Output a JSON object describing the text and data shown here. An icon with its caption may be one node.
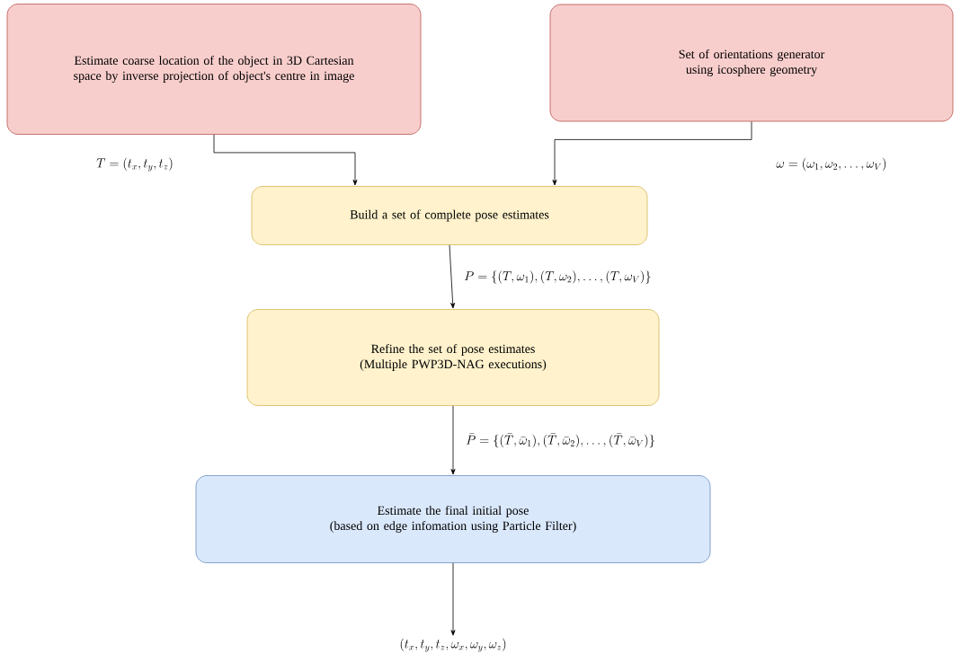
{
  "diagram": {
    "nodes": [
      {
        "text": [
          "Estimate coarse location of the object in 3D Cartesian space by inverse projection of object's centre in image"
        ]
      },
      {
        "text": [
          "Set of orientations generator using icosphere geometry"
        ]
      },
      {
        "text": [
          "Build a set of complete pose estimates"
        ]
      },
      {
        "text": [
          "Refine the set of pose estimates",
          "(Multiple PWP3D-NAG executions)"
        ]
      },
      {
        "text": [
          "Estimate the final initial pose",
          "(based on edge infomation using Particle Filter)"
        ]
      },
      {
        "text": [
          "(t_x, t_y, t_z, \\omega_x, \\omega_y, \\omega_z)"
        ]
      }
    ],
    "edges": [
      {
        "from": 0,
        "to": 2,
        "arrow": "to"
      },
      {
        "from": 1,
        "to": 2,
        "arrow": "to"
      },
      {
        "from": 2,
        "to": 3,
        "arrow": "to",
        "label": "P = \\{(T, \\omega_1), (T, \\omega_2), \\ldots, (T, \\omega_V)\\}"
      },
      {
        "from": 3,
        "to": 4,
        "arrow": "to",
        "label": "\\bar{P} = \\{(\\bar{T}, \\bar{\\omega}_1), (\\bar{T}, \\bar{\\omega}_2), \\ldots, (\\bar{T}, \\bar{\\omega}_V)\\}"
      },
      {
        "from": 4,
        "to": 5,
        "arrow": "to"
      }
    ],
    "labels": [
      "T = (t_x, t_y, t_z)",
      "\\omega = (\\omega_1, \\omega_2, \\ldots, \\omega_V)"
    ]
  }
}
